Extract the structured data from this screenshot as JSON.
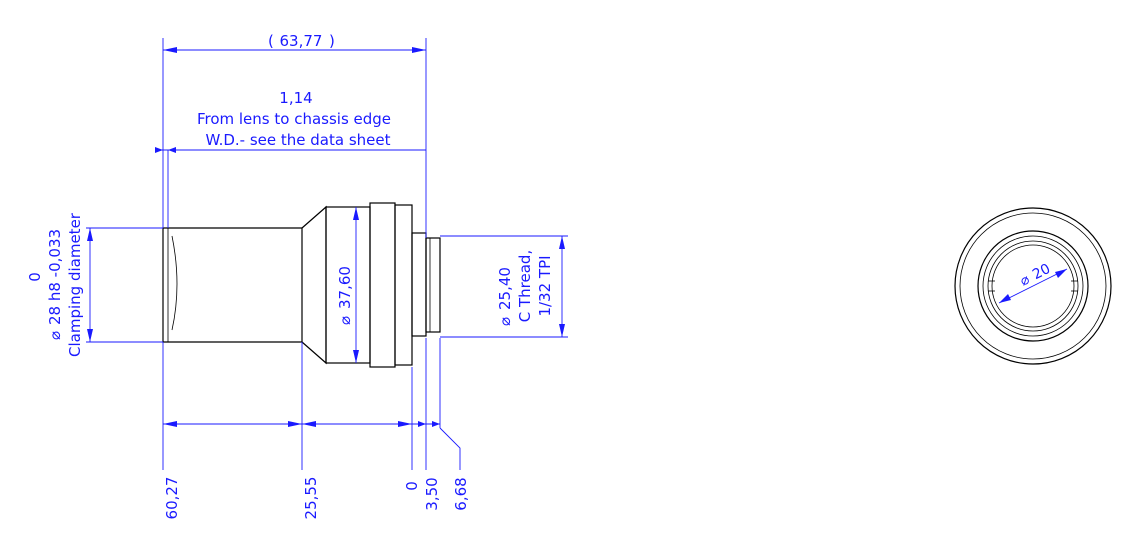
{
  "dimensions": {
    "overall_length": "63,77",
    "working_distance": {
      "value": "1,14",
      "note_line1": "From lens to chassis edge",
      "note_line2": "W.D.- see the data sheet"
    },
    "clamping": {
      "tolerance_upper": "0",
      "diameter": "28 h8 -0,033",
      "label": "Clamping diameter"
    },
    "body_diameter": "37,60",
    "thread": {
      "diameter": "25,40",
      "type": "C Thread,",
      "pitch": "1/32 TPI"
    },
    "positions": {
      "p1": "60,27",
      "p2": "25,55",
      "p3": "0",
      "p4": "3,50",
      "p5": "6,68"
    },
    "front_view_diameter": "20"
  },
  "symbols": {
    "diameter": "⌀"
  }
}
